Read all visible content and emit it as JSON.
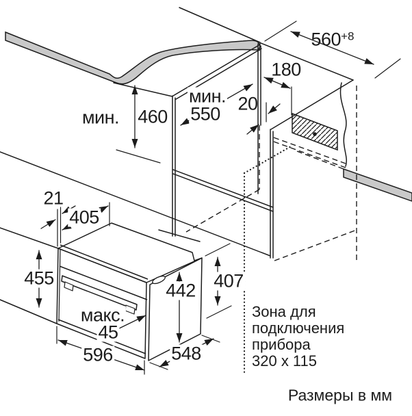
{
  "figure": {
    "labels": {
      "min460_1": "мин.",
      "min460_2": "460",
      "min550_1": "мин.",
      "min550_2": "550",
      "d560": "560",
      "d560_sup": "+8",
      "d180": "180",
      "d20": "20",
      "d21": "21",
      "d405": "405",
      "d455": "455",
      "d442": "442",
      "d407": "407",
      "max45_1": "макс.",
      "max45_2": "45",
      "d596": "596",
      "d548": "548"
    },
    "zone_note": {
      "line1": "Зона для",
      "line2": "подключения",
      "line3": "прибора",
      "line4": "320 x 115"
    },
    "units_note": "Размеры в мм",
    "colors": {
      "line": "#1c1c1c",
      "panel_fill": "#c9c9c9",
      "background": "#ffffff"
    }
  }
}
